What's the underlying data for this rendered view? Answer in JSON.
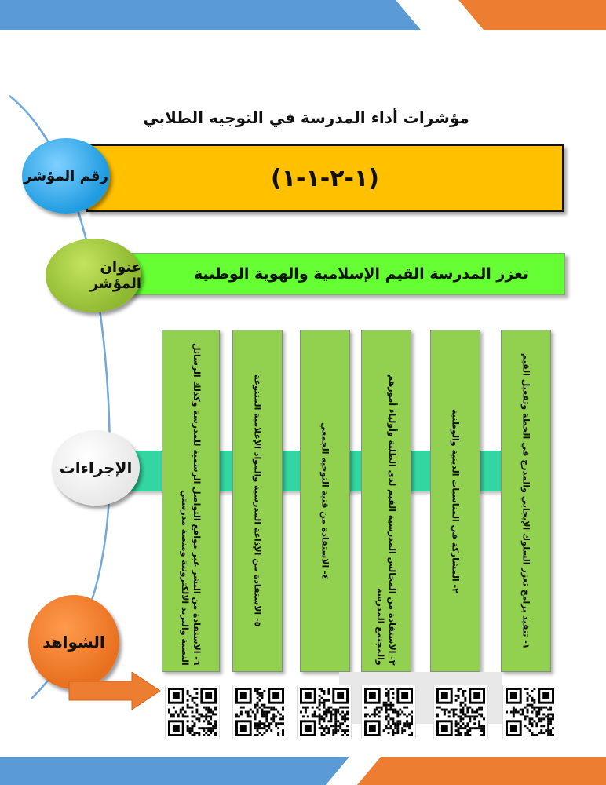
{
  "page": {
    "title": "مؤشرات أداء المدرسة في التوجيه الطلابي"
  },
  "indicator_number": {
    "label": "رقم المؤشر",
    "value": "(١-٢-١-١)"
  },
  "indicator_title": {
    "label": "عنوان المؤشر",
    "value": "تعزز المدرسة القيم الإسلامية والهوية الوطنية"
  },
  "procedures": {
    "label": "الإجراءات",
    "items": [
      "١- تنفيذ برامج تعزز السلوك الإيجابي والمدرج في الخطة وتفعيل القيم",
      "٢- المشاركة في المناسبات الدينية والوطنية",
      "٣- الاستفادة من المجالس المدرسية القيم لدى الطلبة وأولياء أمورهم والمجتمع المدرسة",
      "٤- الاستفادة من قنية التوجيه الجمعي",
      "٥- الاستفادة من الإذاعة المدرسية والمواد الإعلامية المتنوعة",
      "٦- الاستفادة من النشر عبر مواقع التواصل الرسمية للمدرسة وكذلك الرسائل النصية والبريد الالكترونية ومنصة مدرستي"
    ]
  },
  "evidence": {
    "label": "الشواهد",
    "qr_icon": "qr-code-icon",
    "qr_count": 6
  },
  "colors": {
    "blue": "#5b9bd5",
    "orange": "#ed7d31",
    "yellow": "#ffc000",
    "green": "#66ff33",
    "teal": "#33d6a0",
    "column_green": "#92d050"
  }
}
